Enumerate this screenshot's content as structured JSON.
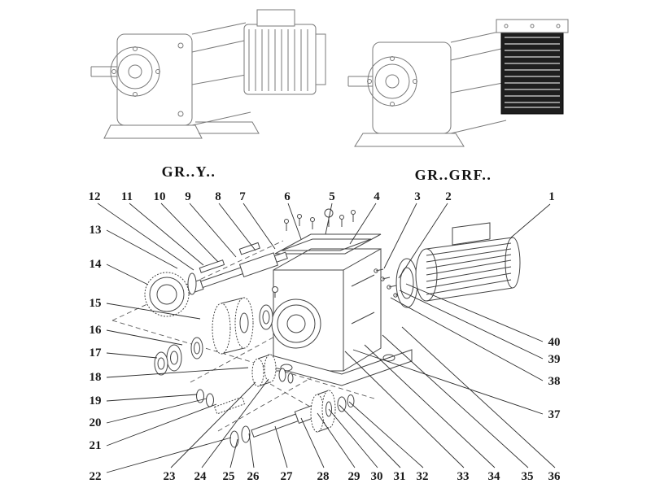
{
  "figure": {
    "titles": [
      {
        "text": "GR..Y.."
      },
      {
        "text": "GR..GRF.."
      }
    ],
    "callouts": {
      "top": [
        "12",
        "11",
        "10",
        "9",
        "8",
        "7",
        "6",
        "5",
        "4",
        "3",
        "2",
        "1"
      ],
      "left": [
        "13",
        "14",
        "15",
        "16",
        "17",
        "18",
        "19",
        "20",
        "21",
        "22"
      ],
      "bottom": [
        "23",
        "24",
        "25",
        "26",
        "27",
        "28",
        "29",
        "30",
        "31",
        "32",
        "33",
        "34",
        "35",
        "36"
      ],
      "right": [
        "40",
        "39",
        "38",
        "37"
      ]
    }
  }
}
